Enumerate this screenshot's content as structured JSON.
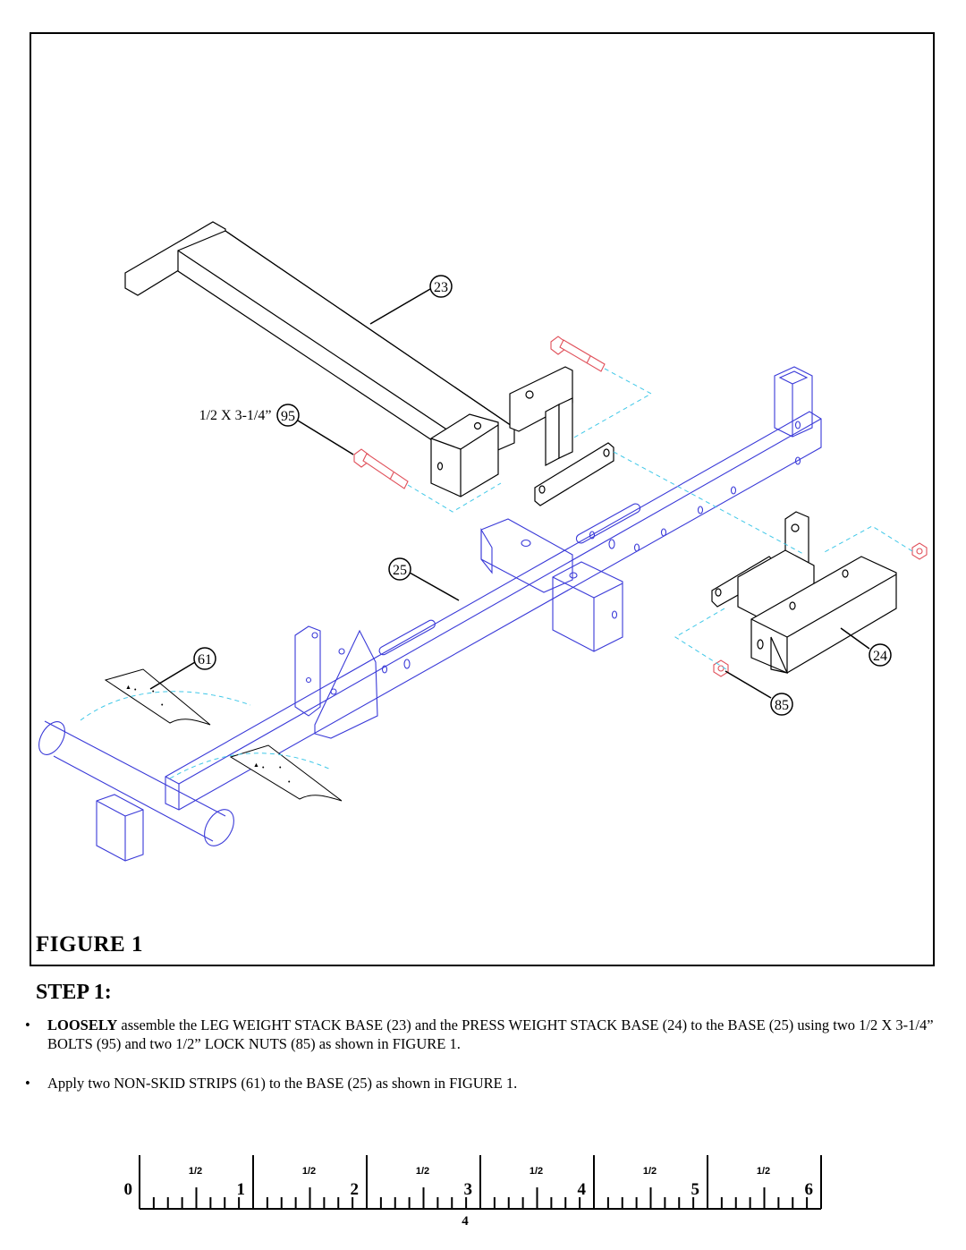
{
  "figure": {
    "title": "FIGURE 1",
    "callouts": {
      "c23": "23",
      "c95": "95",
      "c95_size": "1/2 X 3-1/4”",
      "c25": "25",
      "c61": "61",
      "c24": "24",
      "c85": "85"
    }
  },
  "step": {
    "title": "STEP 1:",
    "instructions": [
      {
        "bullet": "•",
        "bold_lead": "LOOSELY",
        "text": " assemble the LEG WEIGHT STACK BASE (23) and the PRESS WEIGHT STACK BASE (24) to the BASE (25) using two 1/2 X 3-1/4” BOLTS (95) and two 1/2” LOCK NUTS (85) as shown in FIGURE 1."
      },
      {
        "bullet": "•",
        "text": "Apply two NON-SKID STRIPS (61) to the BASE (25) as shown in FIGURE 1."
      }
    ]
  },
  "ruler": {
    "numbers": [
      "0",
      "1",
      "2",
      "3",
      "4",
      "5",
      "6"
    ],
    "half_label": "1/2"
  },
  "page_number": "4",
  "colors": {
    "line": "#000000",
    "base_outline": "#3a3ad8",
    "bolt": "#e0505a",
    "guide": "#40c8e8"
  }
}
